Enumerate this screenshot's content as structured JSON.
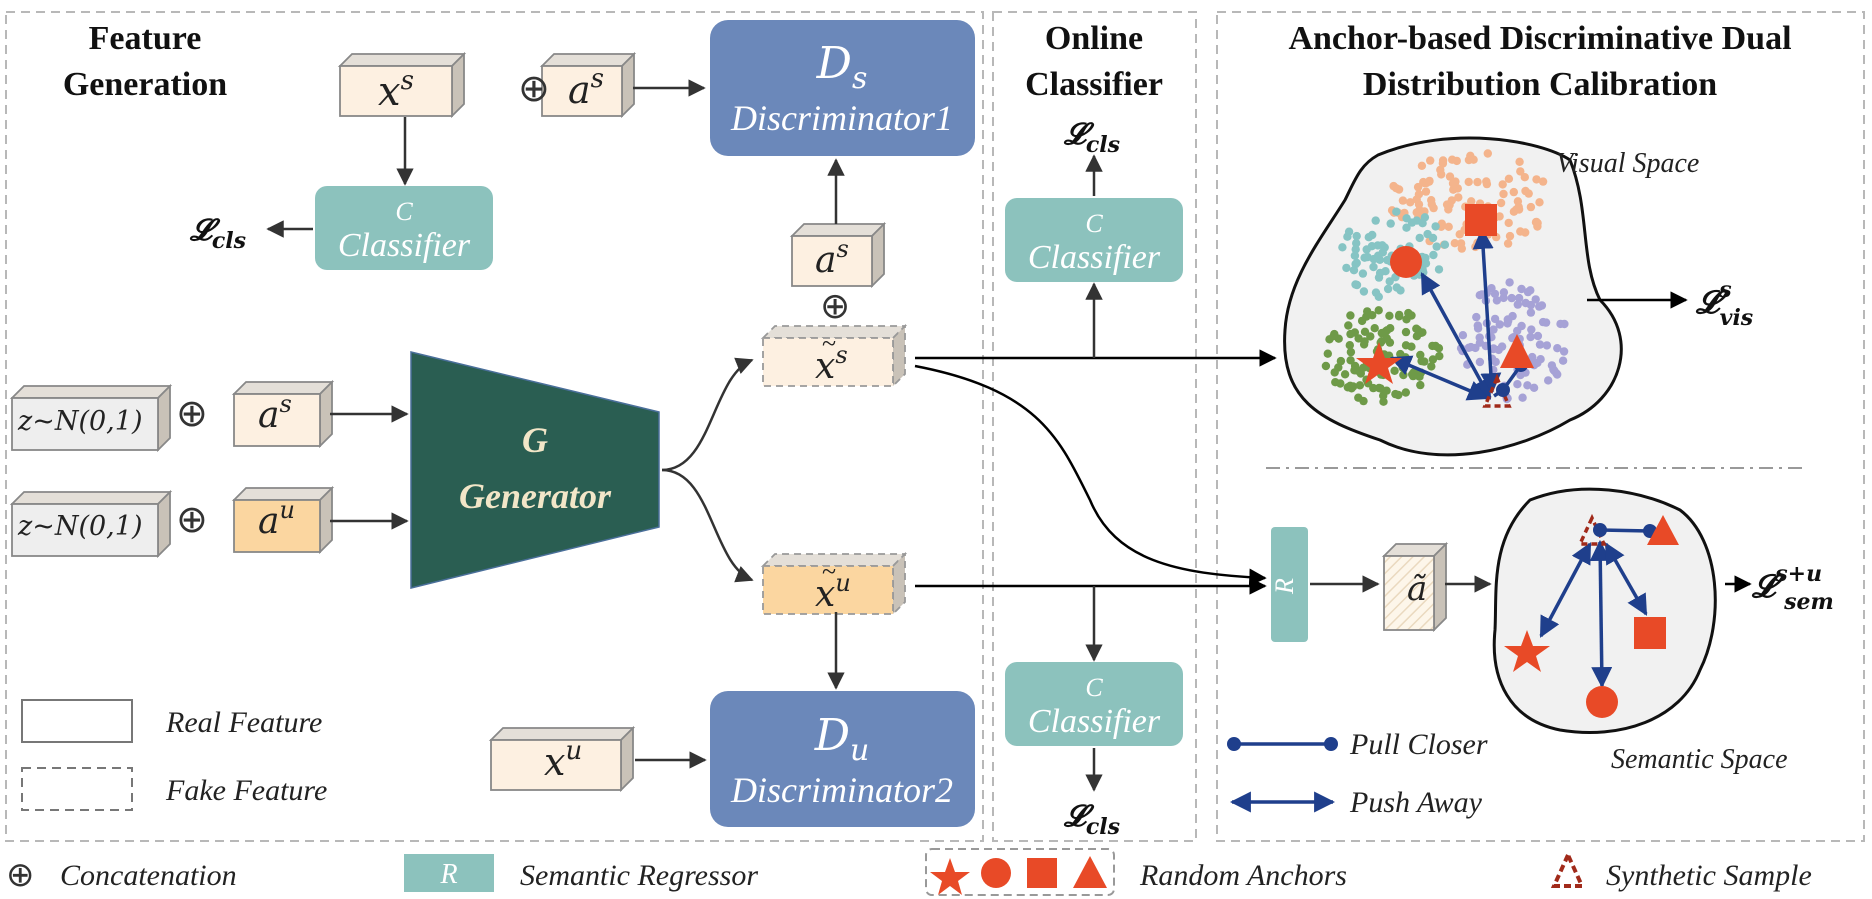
{
  "sections": {
    "feature_generation": "Feature Generation",
    "online_classifier": "Online Classifier",
    "calibration": "Anchor-based Discriminative Dual Distribution Calibration"
  },
  "discriminators": {
    "ds_symbol": "D",
    "ds_sub": "s",
    "ds_label": "Discriminator1",
    "du_symbol": "D",
    "du_sub": "u",
    "du_label": "Discriminator2"
  },
  "generator": {
    "symbol": "G",
    "label": "Generator"
  },
  "classifier": {
    "symbol": "C",
    "label": "Classifier"
  },
  "regressor": {
    "symbol": "R"
  },
  "features": {
    "x": "x",
    "a": "a",
    "seen_sup": "s",
    "unseen_sup": "u",
    "noise": "z~N(0,1)",
    "a_tilde": "ã"
  },
  "losses": {
    "cls": "𝓛",
    "cls_sub": "cls",
    "vis": "𝓛",
    "vis_sup": "s",
    "vis_sub": "vis",
    "sem": "𝓛",
    "sem_sup": "s+u",
    "sem_sub": "sem"
  },
  "spaces": {
    "visual": "Visual Space",
    "semantic": "Semantic Space"
  },
  "operators": {
    "concat": "⊕"
  },
  "legend": {
    "real_feature": "Real Feature",
    "fake_feature": "Fake Feature",
    "pull_closer": "Pull Closer",
    "push_away": "Push Away",
    "concatenation": "Concatenation",
    "semantic_regressor": "Semantic Regressor",
    "random_anchors": "Random Anchors",
    "synthetic_sample": "Synthetic Sample"
  },
  "colors": {
    "discriminator": "#6b88ba",
    "generator": "#2a5e52",
    "classifier": "#8cc2bd",
    "seen_box": "#fdf0e1",
    "unseen_box": "#fbd6a0",
    "noise_box": "#eeeeee",
    "anchor": "#e84a27",
    "arrow_blue": "#1f3f8c",
    "cluster_orange": "#f4b48c",
    "cluster_teal": "#86c4c4",
    "cluster_green": "#6e9a48",
    "cluster_purple": "#a6a2d6"
  }
}
